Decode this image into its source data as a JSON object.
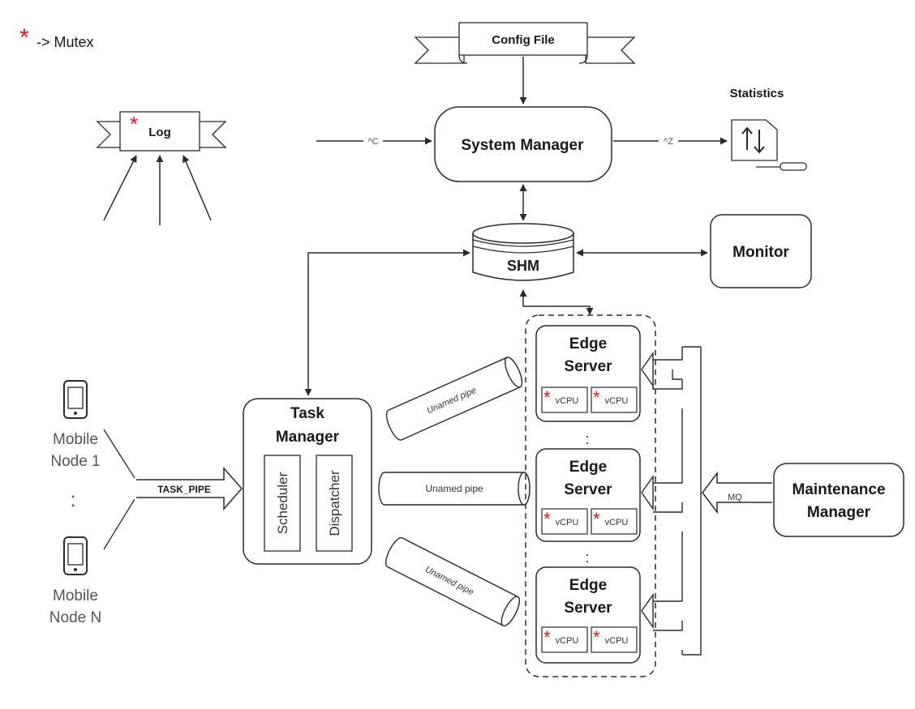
{
  "legend": {
    "symbol": "*",
    "text": "-> Mutex"
  },
  "config_file": "Config File",
  "log": "Log",
  "statistics": "Statistics",
  "system_manager": "System Manager",
  "signal_in": "^C",
  "signal_out": "^Z",
  "shm": "SHM",
  "monitor": "Monitor",
  "task_manager": {
    "line1": "Task",
    "line2": "Manager"
  },
  "scheduler": "Scheduler",
  "dispatcher": "Dispatcher",
  "task_pipe": "TASK_PIPE",
  "mobile_node_1": {
    "line1": "Mobile",
    "line2": "Node 1"
  },
  "mobile_node_n": {
    "line1": "Mobile",
    "line2": "Node N"
  },
  "ellipsis": ":",
  "pipe_label": "Unamed pipe",
  "edge_server": {
    "line1": "Edge",
    "line2": "Server"
  },
  "vcpu": "vCPU",
  "mutex_mark": "*",
  "mq": "MQ",
  "maintenance_manager": {
    "line1": "Maintenance",
    "line2": "Manager"
  },
  "colors": {
    "line": "#2b2b2b",
    "mutex": "#e0141e",
    "box_fill": "#ffffff",
    "text": "#1a1a1a",
    "label_gray": "#555555"
  }
}
